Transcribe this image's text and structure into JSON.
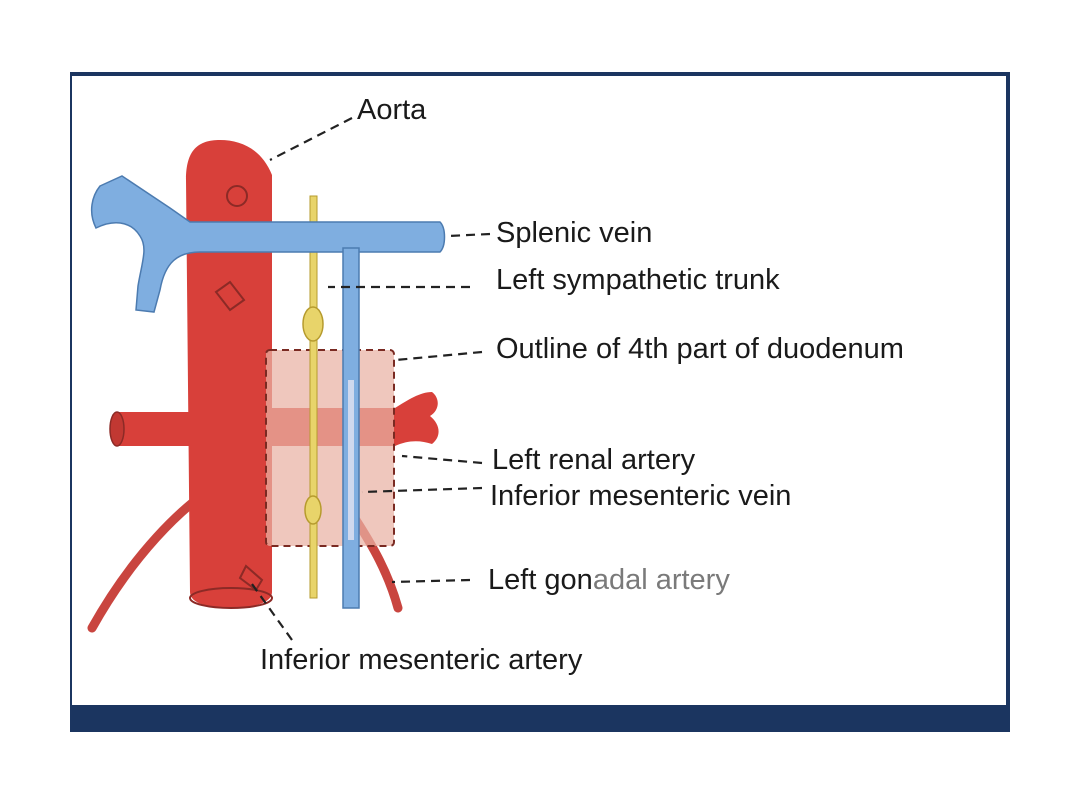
{
  "labels": {
    "aorta": "Aorta",
    "splenic_vein": "Splenic vein",
    "left_sympathetic_trunk": "Left sympathetic trunk",
    "duodenum_outline": "Outline of 4th part of duodenum",
    "left_renal_artery": "Left renal artery",
    "inferior_mesenteric_vein": "Inferior mesenteric vein",
    "left_gonadal_artery_a": "Left gon",
    "left_gonadal_artery_b": "adal artery",
    "inferior_mesenteric_artery": "Inferior mesenteric artery"
  },
  "colors": {
    "artery": "#d8403a",
    "vein": "#7faee0",
    "nerve": "#e8d46a",
    "duodenum": "#e9b1a4",
    "frame": "#1b3560"
  }
}
